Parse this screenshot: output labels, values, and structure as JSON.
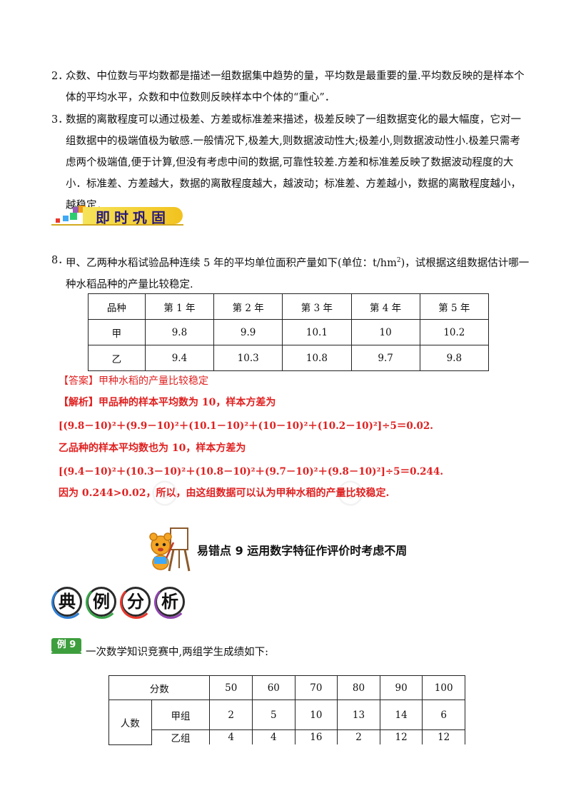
{
  "intro": {
    "item2": {
      "num": "2．",
      "text": "众数、中位数与平均数都是描述一组数据集中趋势的量，平均数是最重要的量.平均数反映的是样本个体的平均水平，众数和中位数则反映样本中个体的“重心”．"
    },
    "item3": {
      "num": "3．",
      "text": "数据的离散程度可以通过极差、方差或标准差来描述，极差反映了一组数据变化的最大幅度，它对一组数据中的极端值极为敏感.一般情况下,极差大,则数据波动性大;极差小,则数据波动性小.极差只需考虑两个极端值,便于计算,但没有考虑中间的数据,可靠性较差.方差和标准差反映了数据波动程度的大小．标准差、方差越大，数据的离散程度越大，越波动；标准差、方差越小，数据的离散程度越小，越稳定．"
    }
  },
  "banner1": {
    "text": "即时巩固",
    "colors": [
      "#e8382e",
      "#f39c12",
      "#3fa9f5",
      "#2ecc71",
      "#9b59b6"
    ]
  },
  "q8": {
    "num": "8．",
    "text_a": "甲、乙两种水稻试验品种连续 5 年的平均单位面积产量如下(单位：t/hm",
    "sup": "2",
    "text_b": ")，试根据这组数据估计哪一种水稻品种的产量比较稳定."
  },
  "table1": {
    "header": [
      "品种",
      "第 1 年",
      "第 2 年",
      "第 3 年",
      "第 4 年",
      "第 5 年"
    ],
    "rows": [
      [
        "甲",
        "9.8",
        "9.9",
        "10.1",
        "10",
        "10.2"
      ],
      [
        "乙",
        "9.4",
        "10.3",
        "10.8",
        "9.7",
        "9.8"
      ]
    ]
  },
  "answer": {
    "tag": "【答案】",
    "text": "甲种水稻的产量比较稳定",
    "analysis_tag": "【解析】",
    "line1": "甲品种的样本平均数为 10，样本方差为",
    "formula1": "[(9.8－10)²＋(9.9－10)²＋(10.1－10)²＋(10－10)²＋(10.2－10)²]÷5＝0.02.",
    "line2": "乙品种的样本平均数也为 10，样本方差为",
    "formula2": "[(9.4－10)²＋(10.3－10)²＋(10.8－10)²＋(9.7－10)²＋(9.8－10)²]÷5＝0.244.",
    "line3": "因为 0.244>0.02，所以，由这组数据可以认为甲种水稻的产量比较稳定."
  },
  "section": {
    "title": "易错点 9   运用数字特征作评价时考虑不周"
  },
  "banner2": {
    "chars": [
      "典",
      "例",
      "分",
      "析"
    ],
    "colors": [
      "#2e7dd1",
      "#3aa64a",
      "#e8382e",
      "#8e44ad"
    ]
  },
  "example": {
    "badge": "例 9",
    "text": "一次数学知识竞赛中,两组学生成绩如下:"
  },
  "table2": {
    "score_label": "分数",
    "scores": [
      "50",
      "60",
      "70",
      "80",
      "90",
      "100"
    ],
    "people_label": "人数",
    "groups": [
      {
        "name": "甲组",
        "values": [
          "2",
          "5",
          "10",
          "13",
          "14",
          "6"
        ]
      },
      {
        "name": "乙组",
        "values": [
          "4",
          "4",
          "16",
          "2",
          "12",
          "12"
        ]
      }
    ]
  }
}
